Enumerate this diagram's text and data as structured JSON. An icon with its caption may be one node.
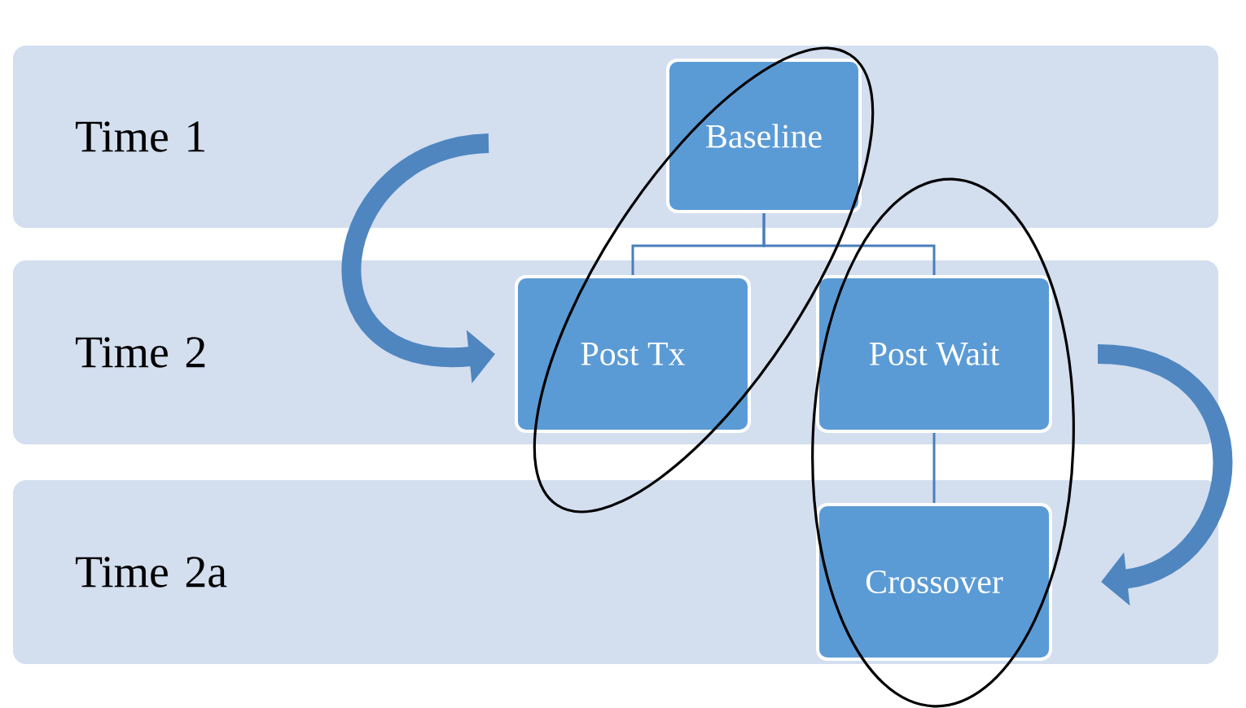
{
  "diagram": {
    "nodes": [
      {
        "text": [
          "Time 1"
        ]
      },
      {
        "text": [
          "Time 2"
        ]
      },
      {
        "text": [
          "Time 2a"
        ]
      },
      {
        "text": [
          "Baseline"
        ],
        "in": 0
      },
      {
        "text": [
          "Post Tx"
        ],
        "in": 1
      },
      {
        "text": [
          "Post Wait"
        ],
        "in": 1
      },
      {
        "text": [
          "Crossover"
        ],
        "in": 2
      }
    ],
    "edges": [
      {
        "from": 3,
        "to": 4,
        "arrow": "none"
      },
      {
        "from": 3,
        "to": 5,
        "arrow": "none"
      },
      {
        "from": 5,
        "to": 6,
        "arrow": "none"
      },
      {
        "from": null,
        "to": 4,
        "arrow": "to",
        "style": "thick"
      },
      {
        "from": 5,
        "to": 6,
        "arrow": "to",
        "style": "thick"
      }
    ]
  }
}
